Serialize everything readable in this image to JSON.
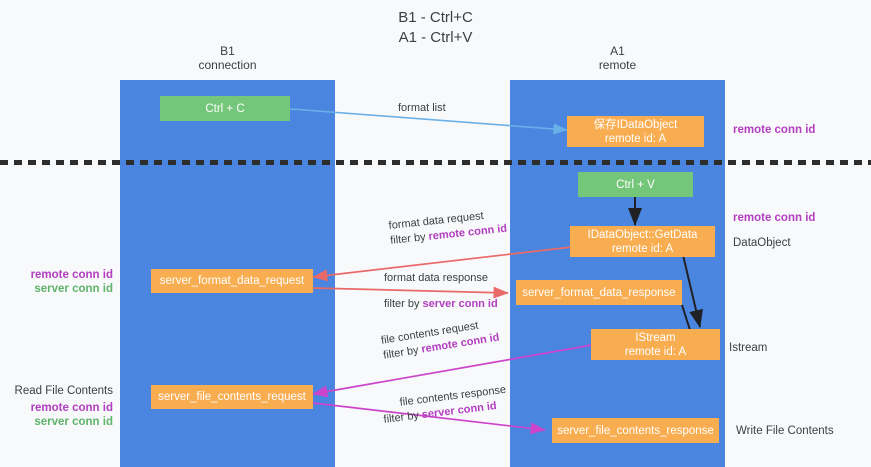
{
  "title": {
    "line1": "B1 - Ctrl+C",
    "line2": "A1 - Ctrl+V"
  },
  "columns": {
    "left": {
      "name": "B1",
      "role": "connection"
    },
    "right": {
      "name": "A1",
      "role": "remote"
    }
  },
  "colors": {
    "lane": "#4a86e0",
    "green_node": "#74c67a",
    "orange_node": "#f9ad51",
    "background": "#f8f9fa",
    "conn_id_purple": "#b23ec0",
    "server_id_green": "#60b36a",
    "arrow_blue": "#6ab0e8",
    "arrow_red": "#ea6a6a",
    "arrow_magenta": "#cc44cc",
    "arrow_black": "#202124",
    "divider": "#2d2d2d"
  },
  "nodes": {
    "ctrl_c": {
      "label": "Ctrl + C"
    },
    "store_idataobject": {
      "line1": "保存IDataObject",
      "line2": "remote id: A"
    },
    "ctrl_v": {
      "label": "Ctrl + V"
    },
    "getdata": {
      "line1": "IDataObject::GetData",
      "line2": "remote id: A"
    },
    "server_format_data_request": {
      "label": "server_format_data_request"
    },
    "server_format_data_response": {
      "label": "server_format_data_response"
    },
    "istream": {
      "line1": "IStream",
      "line2": "remote id: A"
    },
    "server_file_contents_request": {
      "label": "server_file_contents_request"
    },
    "server_file_contents_response": {
      "label": "server_file_contents_response"
    }
  },
  "edges": [
    {
      "id": "format-list",
      "label": "format list",
      "filter_prefix": "",
      "filter_value": ""
    },
    {
      "id": "format-data-request",
      "label": "format data request",
      "filter_prefix": "filter by ",
      "filter_value": "remote conn id"
    },
    {
      "id": "format-data-response",
      "label": "format data response",
      "filter_prefix": "filter by ",
      "filter_value": "server conn id"
    },
    {
      "id": "file-contents-request",
      "label": "file contents request",
      "filter_prefix": "filter by ",
      "filter_value": "remote conn id"
    },
    {
      "id": "file-contents-response",
      "label": "file contents response",
      "filter_prefix": "filter by ",
      "filter_value": "server conn id"
    }
  ],
  "side_labels": {
    "right_top_conn": "remote conn id",
    "right_mid_conn": "remote conn id",
    "right_mid_dataobject": "DataObject",
    "right_istream": "Istream",
    "right_write_file": "Write File Contents",
    "left_mid_remote": "remote conn id",
    "left_mid_server": "server conn id",
    "left_read_file": "Read File Contents",
    "left_bot_remote": "remote conn id",
    "left_bot_server": "server conn id"
  }
}
